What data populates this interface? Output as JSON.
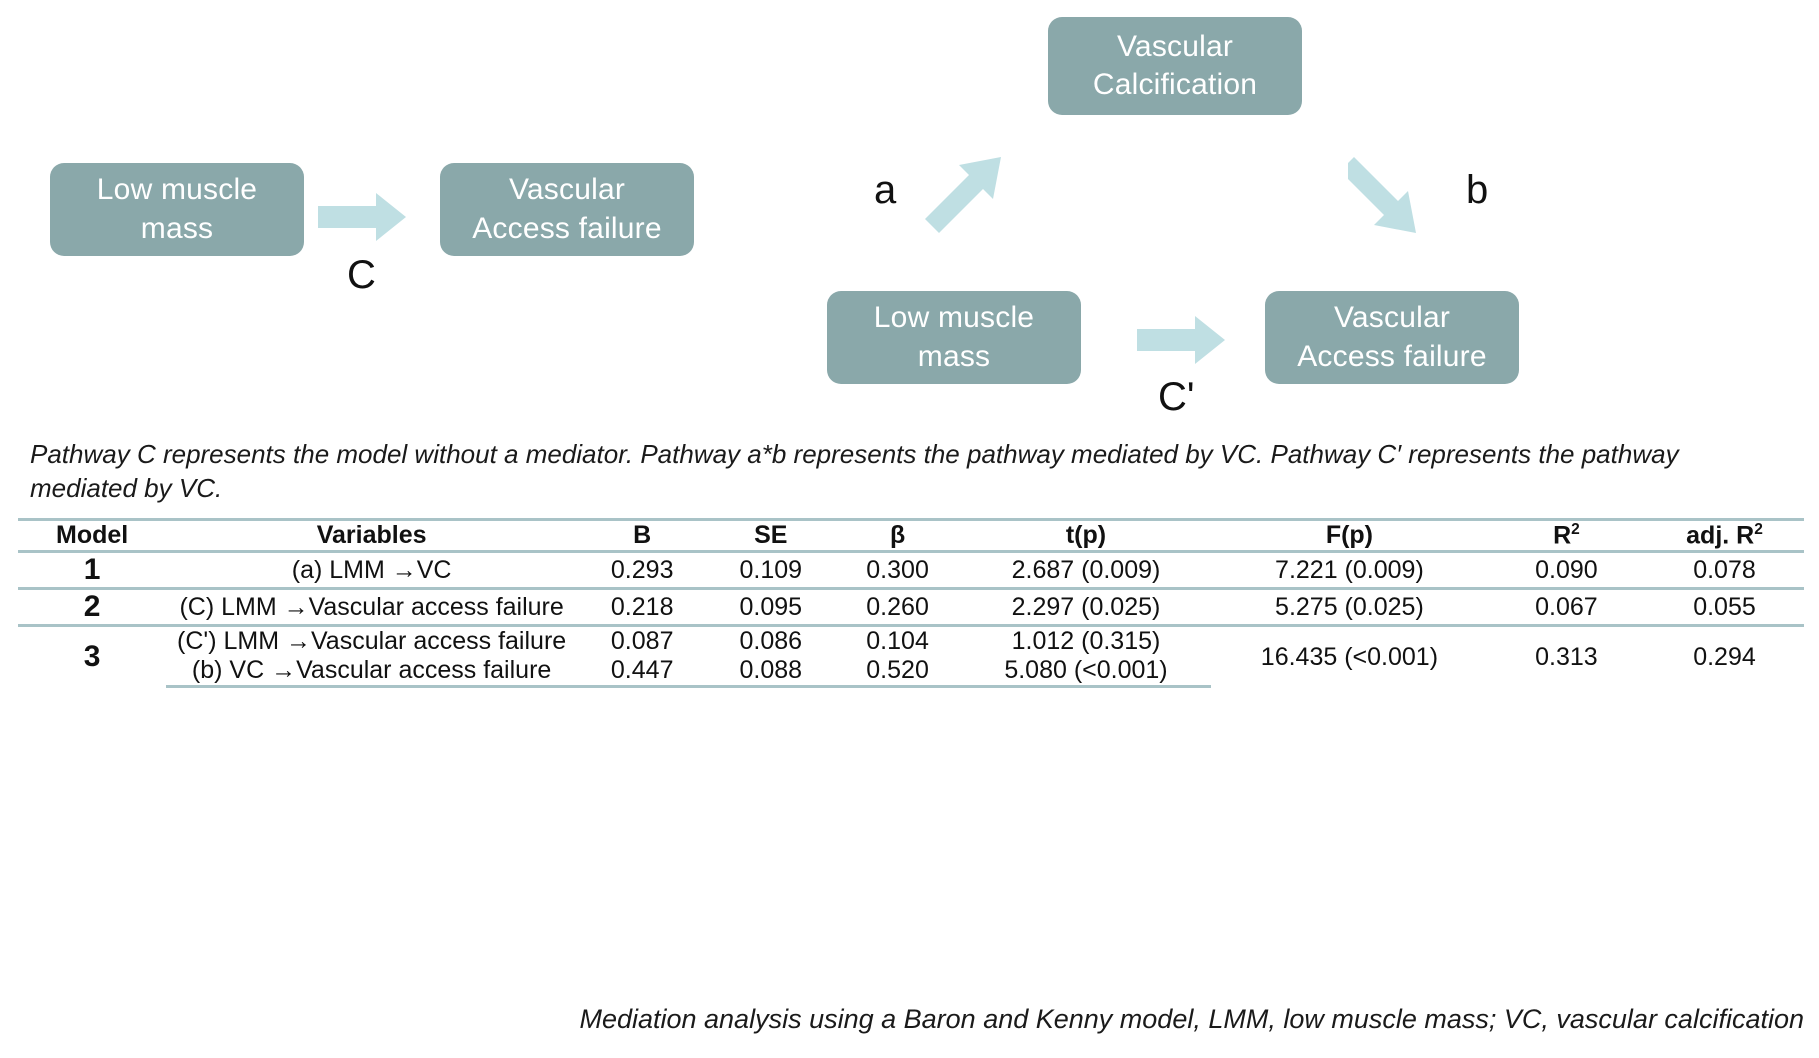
{
  "colors": {
    "node_fill": "#8aa8aa",
    "node_text": "#ffffff",
    "arrow_fill": "#bfdfe3",
    "rule": "#a9c3c7",
    "text": "#111111"
  },
  "diagram": {
    "left_model": {
      "nodes": [
        {
          "id": "lmm-left",
          "line1": "Low muscle",
          "line2": "mass"
        },
        {
          "id": "vaf-left",
          "line1": "Vascular",
          "line2": "Access failure"
        }
      ],
      "arrow_label": "C"
    },
    "right_model": {
      "nodes": [
        {
          "id": "vc-top",
          "line1": "Vascular",
          "line2": "Calcification"
        },
        {
          "id": "lmm-right",
          "line1": "Low muscle",
          "line2": "mass"
        },
        {
          "id": "vaf-right",
          "line1": "Vascular",
          "line2": "Access failure"
        }
      ],
      "label_a": "a",
      "label_b": "b",
      "label_cprime": "C'"
    }
  },
  "notes": {
    "top": "Pathway C represents the model without a mediator. Pathway a*b represents the pathway mediated by VC. Pathway C′ represents the pathway mediated by VC.",
    "bottom": "Mediation analysis using a Baron and Kenny model, LMM, low muscle mass; VC, vascular calcification"
  },
  "table": {
    "columns": [
      {
        "key": "model",
        "label": "Model"
      },
      {
        "key": "variables",
        "label": "Variables"
      },
      {
        "key": "B",
        "label": "B"
      },
      {
        "key": "SE",
        "label": "SE"
      },
      {
        "key": "beta",
        "label": "β"
      },
      {
        "key": "t",
        "label": "t(p)"
      },
      {
        "key": "F",
        "label": "F(p)"
      },
      {
        "key": "R2",
        "label": "R",
        "sup": "2"
      },
      {
        "key": "adjR2",
        "label": "adj. R",
        "sup": "2"
      }
    ],
    "rows": [
      {
        "model": "1",
        "variables": "(a) LMM →VC",
        "B": "0.293",
        "SE": "0.109",
        "beta": "0.300",
        "t": "2.687 (0.009)",
        "F": "7.221 (0.009)",
        "R2": "0.090",
        "adjR2": "0.078"
      },
      {
        "model": "2",
        "variables": "(C) LMM →Vascular access failure",
        "B": "0.218",
        "SE": "0.095",
        "beta": "0.260",
        "t": "2.297 (0.025)",
        "F": "5.275 (0.025)",
        "R2": "0.067",
        "adjR2": "0.055"
      },
      {
        "model": "3",
        "variables": "(C') LMM →Vascular access failure",
        "B": "0.087",
        "SE": "0.086",
        "beta": "0.104",
        "t": "1.012 (0.315)",
        "F": "",
        "R2": "",
        "adjR2": ""
      },
      {
        "model": "",
        "variables": "(b) VC →Vascular access failure",
        "B": "0.447",
        "SE": "0.088",
        "beta": "0.520",
        "t": "5.080 (<0.001)",
        "F": "16.435 (<0.001)",
        "R2": "0.313",
        "adjR2": "0.294"
      }
    ]
  }
}
